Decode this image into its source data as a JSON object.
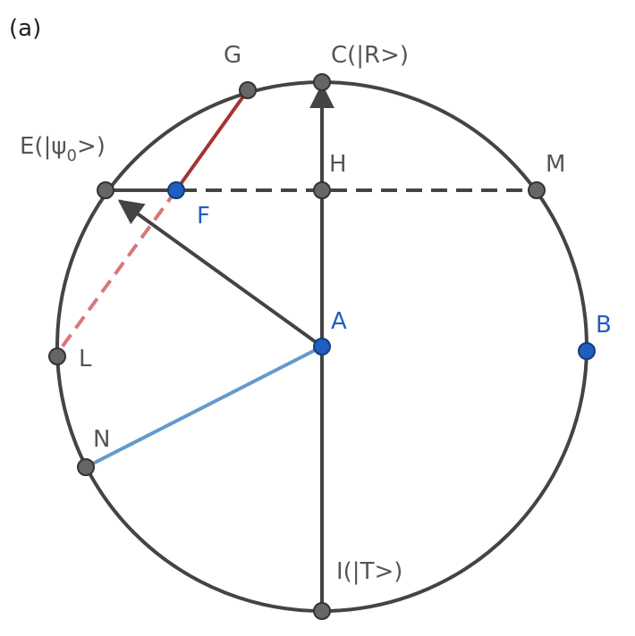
{
  "panel_label": "(a)",
  "points": {
    "A": {
      "label": "A"
    },
    "B": {
      "label": "B"
    },
    "C": {
      "label": "C(|R>)"
    },
    "E": {
      "label_main": "E(|ψ",
      "label_sub": "0",
      "label_tail": ">)"
    },
    "F": {
      "label": "F"
    },
    "G": {
      "label": "G"
    },
    "H": {
      "label": "H"
    },
    "I": {
      "label": "I(|T>)"
    },
    "L": {
      "label": "L"
    },
    "M": {
      "label": "M"
    },
    "N": {
      "label": "N"
    }
  },
  "colors": {
    "circle": "#444444",
    "gray_point": "#666666",
    "blue_point": "#1f5fbf",
    "blue_segment": "#6699cc",
    "dark_red_segment": "#a83232",
    "light_red_dashed": "#d97777",
    "gray_label": "#555555",
    "blue_label": "#1f5fbf"
  }
}
